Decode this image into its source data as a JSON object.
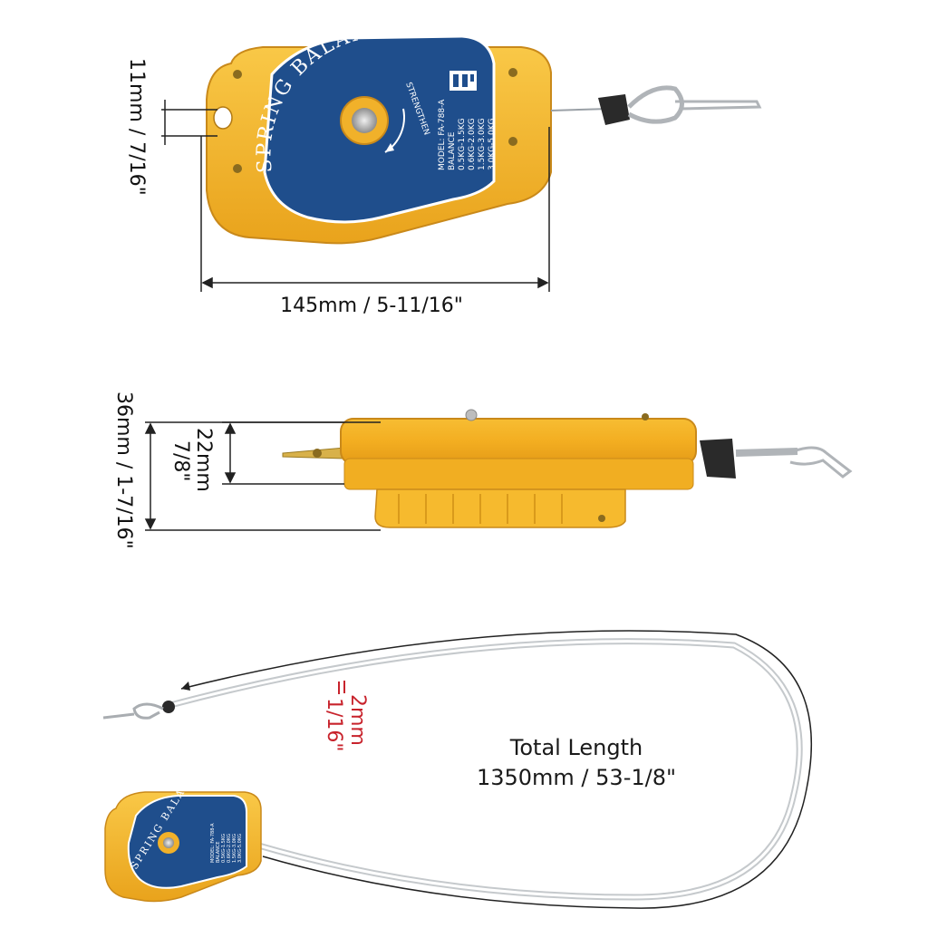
{
  "product": {
    "brand_text": "SPRING BALANCER",
    "strengthen": "STRENGTHEN",
    "model": "MODEL: FA-788-A",
    "balance_label": "BALANCE",
    "ranges": [
      "0.5KG-1.5KG",
      "0.6KG-2.0KG",
      "1.5KG-3.0KG",
      "3.0KG-5.0KG"
    ]
  },
  "dimensions": {
    "hole": "11mm / 7/16\"",
    "width": "145mm / 5-11/16\"",
    "total_height": "36mm / 1-7/16\"",
    "plate_height_mm": "22mm",
    "plate_height_in": "7/8\"",
    "cable_mm": "2mm",
    "cable_in": "1/16\"",
    "total_length_label": "Total Length",
    "total_length_value": "1350mm / 53-1/8\""
  },
  "colors": {
    "body_yellow": "#f5b323",
    "body_shadow": "#d8951a",
    "plate_blue": "#1f4e8c",
    "dimension_red": "#c8232c",
    "cable_grey": "#9aa0a6"
  }
}
